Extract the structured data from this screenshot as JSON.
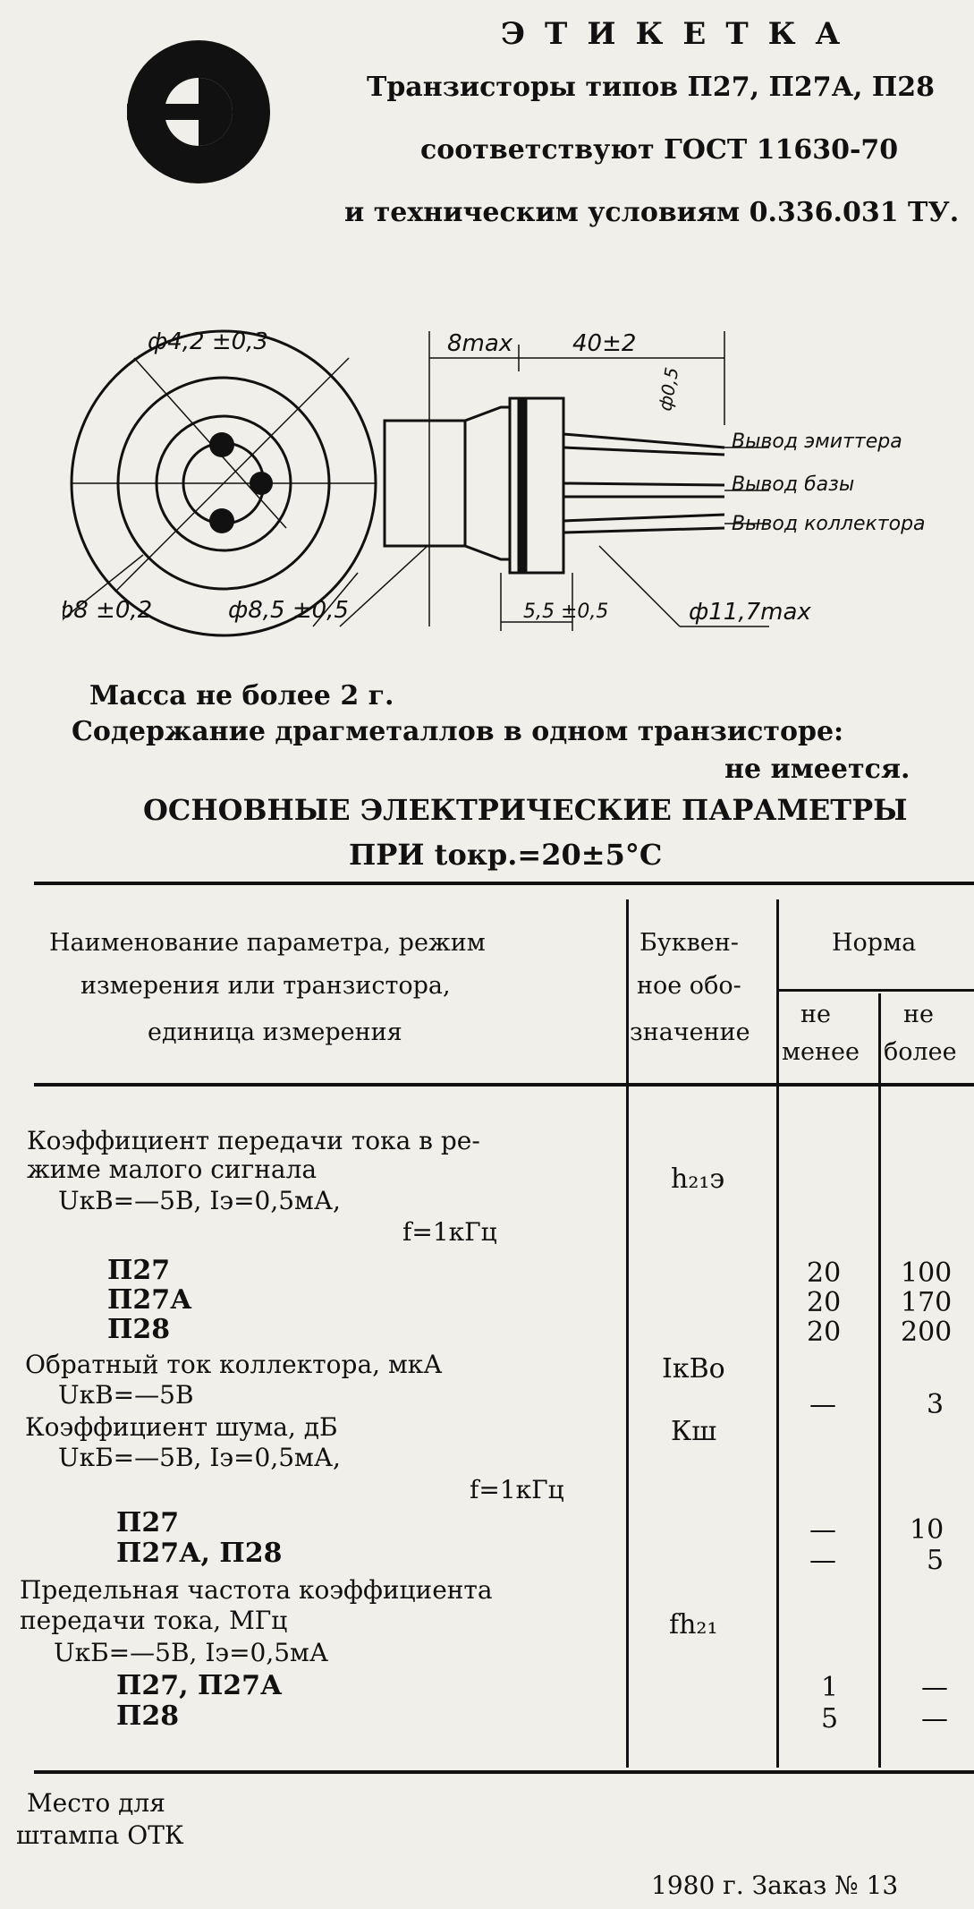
{
  "header": {
    "title": "ЭТИКЕТКА",
    "line1": "Транзисторы типов П27, П27А, П28",
    "line2": "соответствуют ГОСТ 11630-70",
    "line3": "и техническим условиям 0.336.031 ТУ."
  },
  "drawing": {
    "dim_outer_ring": "ф4,2 ±0,3",
    "dim_pin_circle": "ф8 ±0,2",
    "dim_body": "ф8,5 ±0,5",
    "dim_body_len": "8max",
    "dim_lead_len": "40±2",
    "dim_lead_dia": "ф0,5",
    "dim_flange_len": "5,5 ±0,5",
    "dim_flange_dia": "ф11,7max",
    "lead_emitter": "Вывод эмиттера",
    "lead_base": "Вывод базы",
    "lead_collector": "Вывод коллектора"
  },
  "info": {
    "mass": "Масса не более 2 г.",
    "precious": "Содержание драгметаллов в одном транзисторе:",
    "precious_value": "не имеется."
  },
  "params_title": {
    "line1": "ОСНОВНЫЕ ЭЛЕКТРИЧЕСКИЕ ПАРАМЕТРЫ",
    "line2": "ПРИ tокр.=20±5°С"
  },
  "table_header": {
    "name_l1": "Наименование параметра, режим",
    "name_l2": "измерения или транзистора,",
    "name_l3": "единица измерения",
    "sym_l1": "Буквен-",
    "sym_l2": "ное обо-",
    "sym_l3": "значение",
    "norm": "Норма",
    "min_l1": "не",
    "min_l2": "менее",
    "max_l1": "не",
    "max_l2": "более"
  },
  "rows": {
    "r1_l1": "Коэффициент передачи тока в ре-",
    "r1_l2": "жиме малого сигнала",
    "r1_l3": "UкВ=—5В, Iэ=0,5мА,",
    "r1_l4": "f=1кГц",
    "r1_sym": "h₂₁э",
    "r1_a": "П27",
    "r1_a_min": "20",
    "r1_a_max": "100",
    "r1_b": "П27А",
    "r1_b_min": "20",
    "r1_b_max": "170",
    "r1_c": "П28",
    "r1_c_min": "20",
    "r1_c_max": "200",
    "r2_l1": "Обратный ток коллектора, мкА",
    "r2_l2": "UкВ=—5В",
    "r2_sym": "IкВо",
    "r2_min": "—",
    "r2_max": "3",
    "r3_l1": "Коэффициент шума, дБ",
    "r3_l2": "UкБ=—5В, Iэ=0,5мА,",
    "r3_l3": "f=1кГц",
    "r3_sym": "Кш",
    "r3_a": "П27",
    "r3_a_min": "—",
    "r3_a_max": "10",
    "r3_b": "П27А, П28",
    "r3_b_min": "—",
    "r3_b_max": "5",
    "r4_l1": "Предельная частота коэффициента",
    "r4_l2": "передачи тока, МГц",
    "r4_l3": "UкБ=—5В, Iэ=0,5мА",
    "r4_sym": "fh₂₁",
    "r4_a": "П27, П27А",
    "r4_a_min": "1",
    "r4_a_max": "—",
    "r4_b": "П28",
    "r4_b_min": "5",
    "r4_b_max": "—"
  },
  "footer": {
    "stamp_l1": "Место для",
    "stamp_l2": "штампа ОТК",
    "order": "1980 г. Заказ № 13"
  }
}
